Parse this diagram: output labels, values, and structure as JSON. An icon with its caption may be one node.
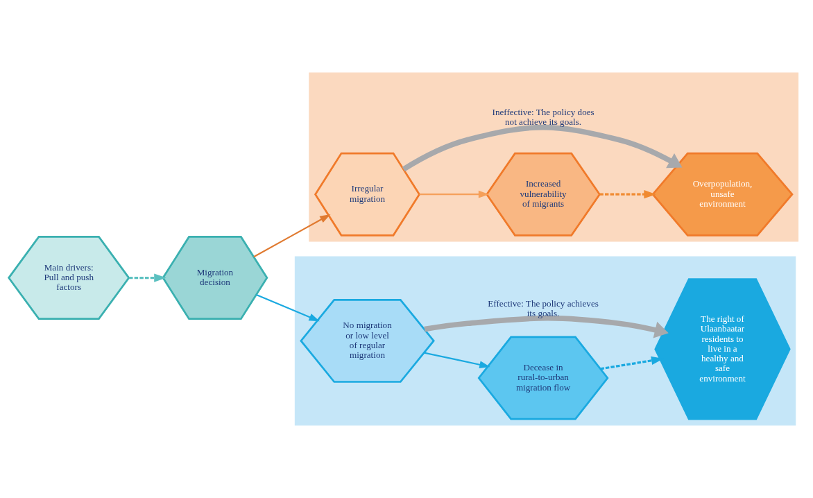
{
  "diagram": {
    "nodes": [
      {
        "text": [],
        "shape": "band"
      },
      {
        "text": [
          "Irregular migration"
        ],
        "in": 0
      },
      {
        "text": [
          "Increased vulnerability of migrants"
        ],
        "in": 0
      },
      {
        "text": [
          "Overpopulation, unsafe environment"
        ],
        "in": 0
      },
      {
        "text": [],
        "shape": "band"
      },
      {
        "text": [
          "No migration or low level of regular migration"
        ],
        "in": 4
      },
      {
        "text": [
          "Decease in rural-to-urban migration flow"
        ],
        "in": 4
      },
      {
        "text": [
          "The right of Ulaanbaatar residents to live in a healthy and safe environment"
        ],
        "in": 4
      },
      {
        "text": [
          "Main drivers: Pull and push factors"
        ]
      },
      {
        "text": [
          "Migration decision"
        ]
      }
    ],
    "edges": [
      {
        "from": 8,
        "to": 9,
        "arrow": "to",
        "style": "dashed",
        "color": "#5bc0c0"
      },
      {
        "from": 9,
        "to": 1,
        "arrow": "to",
        "color": "#e07a30"
      },
      {
        "from": 9,
        "to": 5,
        "arrow": "to",
        "color": "#1aa9e0"
      },
      {
        "from": 1,
        "to": 2,
        "arrow": "to",
        "color": "#f5a05a"
      },
      {
        "from": 2,
        "to": 3,
        "arrow": "to",
        "style": "dashed",
        "color": "#f08a30"
      },
      {
        "from": 5,
        "to": 6,
        "arrow": "to",
        "color": "#1aa9e0"
      },
      {
        "from": 6,
        "to": 7,
        "arrow": "to",
        "style": "dashed",
        "color": "#1aa9e0"
      },
      {
        "from": 1,
        "to": 3,
        "arrow": "to",
        "label": "Ineffective: The policy does not achieve its goals.",
        "style": "thick",
        "color": "#a7a9ac"
      },
      {
        "from": 5,
        "to": 7,
        "arrow": "to",
        "label": "Effective: The policy achieves its goals.",
        "style": "thick",
        "color": "#a7a9ac"
      }
    ]
  }
}
